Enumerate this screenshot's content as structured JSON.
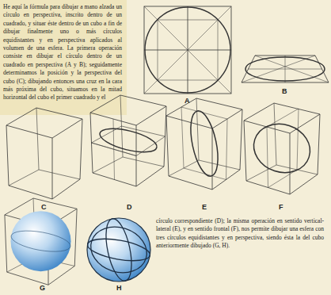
{
  "diagram": {
    "labels": [
      "He aquí la fórmula para dibujar a mano alzada un círculo en perspectiva, inscrito dentro de un cuadrado, y situar éste dentro de un cubo a fin de dibujar finalmente uno o más círculos equidistantes y en perspectiva aplicados al volumen de una esfera. La primera operación consiste en dibujar el círculo dentro de un cuadrado en perspectiva (A y B); seguidamente determinamos la posición y la perspectiva del cubo (C); dibujando entonces una cruz en la cara más próxima del cubo, situamos en la mitad horizontal del cubo el primer cuadrado y el",
      "A",
      "B",
      "C",
      "D",
      "E",
      "F",
      "G",
      "H",
      "círculo correspondiente (D); la misma operación en sentido vertical-lateral (E), y en sentido frontal (F), nos permite dibujar una esfera con tres círculos equidistantes y en perspectiva, siendo ésta la del cubo anteriormente dibujado (G, H)."
    ]
  }
}
